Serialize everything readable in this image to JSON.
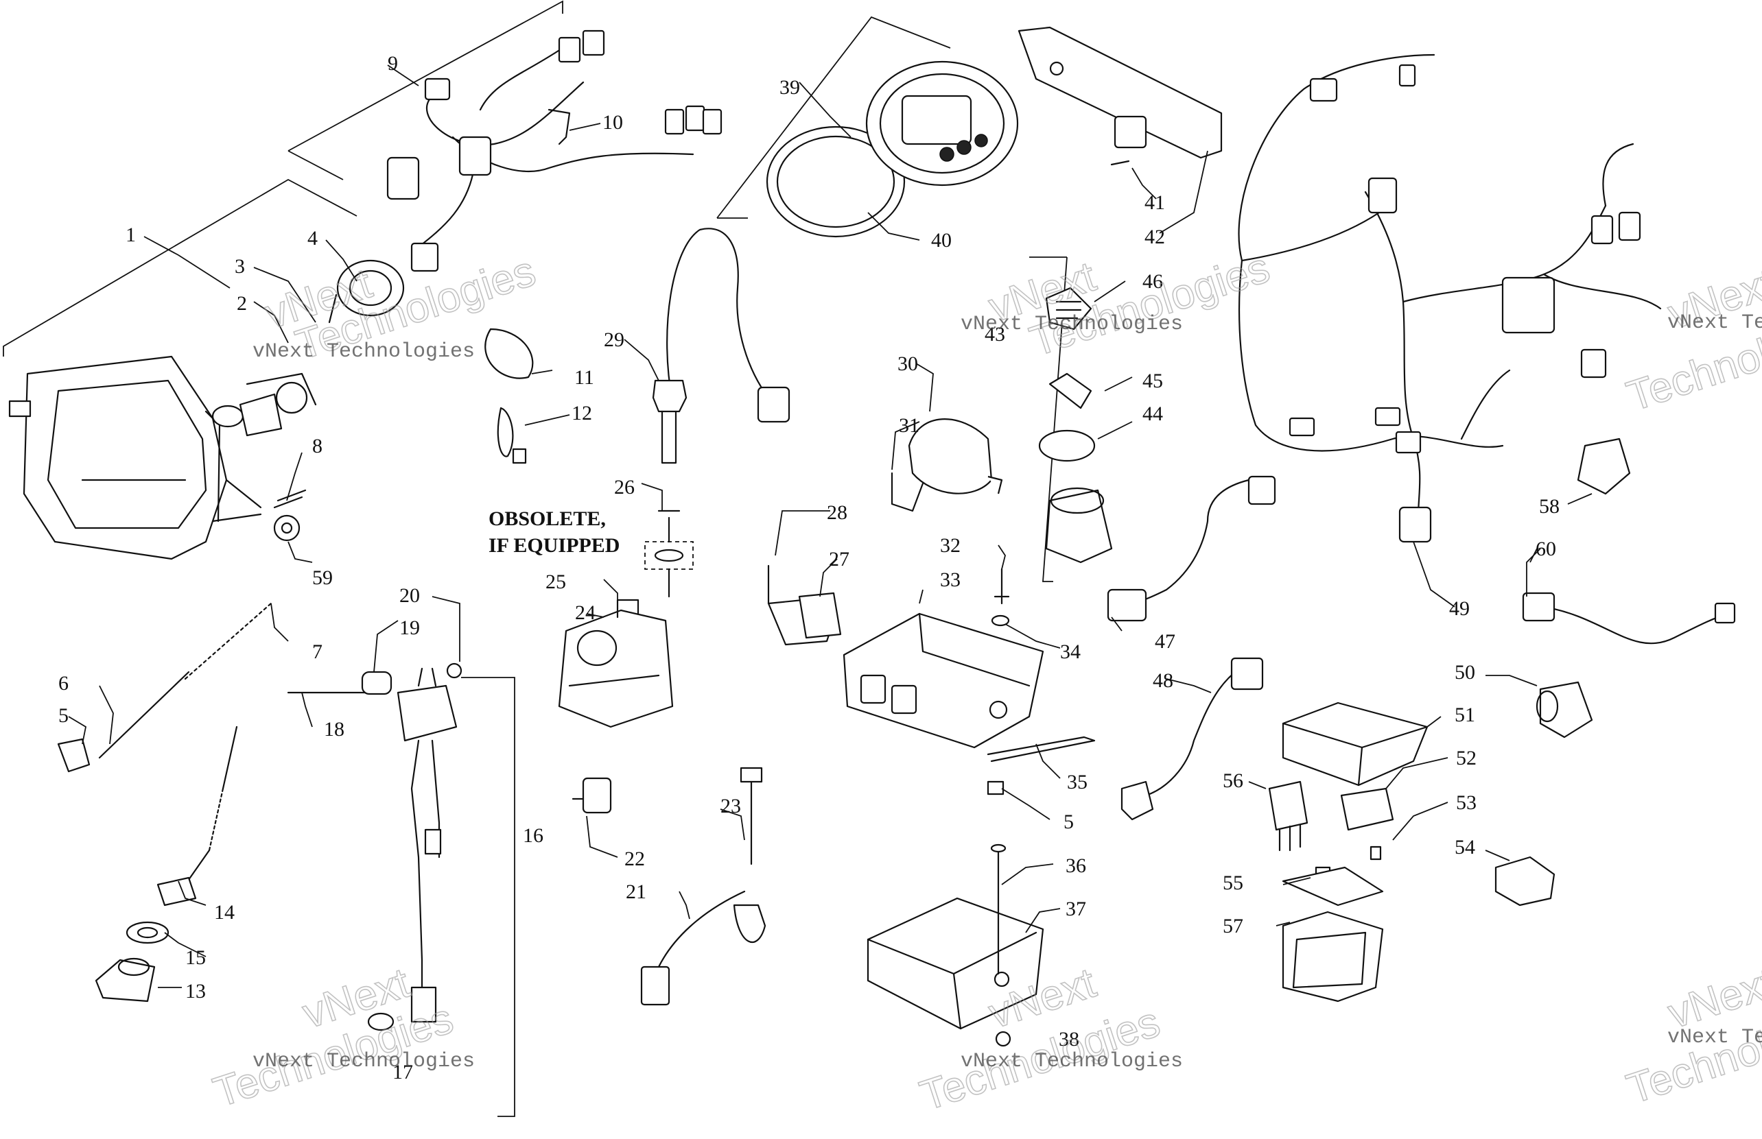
{
  "callouts": [
    {
      "id": "1",
      "label": "1"
    },
    {
      "id": "2",
      "label": "2"
    },
    {
      "id": "3",
      "label": "3"
    },
    {
      "id": "4",
      "label": "4"
    },
    {
      "id": "5a",
      "label": "5"
    },
    {
      "id": "5b",
      "label": "5"
    },
    {
      "id": "6",
      "label": "6"
    },
    {
      "id": "7",
      "label": "7"
    },
    {
      "id": "8",
      "label": "8"
    },
    {
      "id": "9",
      "label": "9"
    },
    {
      "id": "10",
      "label": "10"
    },
    {
      "id": "11",
      "label": "11"
    },
    {
      "id": "12",
      "label": "12"
    },
    {
      "id": "13",
      "label": "13"
    },
    {
      "id": "14",
      "label": "14"
    },
    {
      "id": "15",
      "label": "15"
    },
    {
      "id": "16",
      "label": "16"
    },
    {
      "id": "17",
      "label": "17"
    },
    {
      "id": "18",
      "label": "18"
    },
    {
      "id": "19",
      "label": "19"
    },
    {
      "id": "20",
      "label": "20"
    },
    {
      "id": "21",
      "label": "21"
    },
    {
      "id": "22",
      "label": "22"
    },
    {
      "id": "23",
      "label": "23"
    },
    {
      "id": "24",
      "label": "24"
    },
    {
      "id": "25",
      "label": "25"
    },
    {
      "id": "26",
      "label": "26"
    },
    {
      "id": "27",
      "label": "27"
    },
    {
      "id": "28",
      "label": "28"
    },
    {
      "id": "29",
      "label": "29"
    },
    {
      "id": "30",
      "label": "30"
    },
    {
      "id": "31",
      "label": "31"
    },
    {
      "id": "32",
      "label": "32"
    },
    {
      "id": "33",
      "label": "33"
    },
    {
      "id": "34",
      "label": "34"
    },
    {
      "id": "35",
      "label": "35"
    },
    {
      "id": "36",
      "label": "36"
    },
    {
      "id": "37",
      "label": "37"
    },
    {
      "id": "38",
      "label": "38"
    },
    {
      "id": "39",
      "label": "39"
    },
    {
      "id": "40",
      "label": "40"
    },
    {
      "id": "41",
      "label": "41"
    },
    {
      "id": "42",
      "label": "42"
    },
    {
      "id": "43",
      "label": "43"
    },
    {
      "id": "44",
      "label": "44"
    },
    {
      "id": "45",
      "label": "45"
    },
    {
      "id": "46",
      "label": "46"
    },
    {
      "id": "47",
      "label": "47"
    },
    {
      "id": "48",
      "label": "48"
    },
    {
      "id": "49",
      "label": "49"
    },
    {
      "id": "50",
      "label": "50"
    },
    {
      "id": "51",
      "label": "51"
    },
    {
      "id": "52",
      "label": "52"
    },
    {
      "id": "53",
      "label": "53"
    },
    {
      "id": "54",
      "label": "54"
    },
    {
      "id": "55",
      "label": "55"
    },
    {
      "id": "56",
      "label": "56"
    },
    {
      "id": "57",
      "label": "57"
    },
    {
      "id": "58",
      "label": "58"
    },
    {
      "id": "59",
      "label": "59"
    },
    {
      "id": "60",
      "label": "60"
    }
  ],
  "note": {
    "line1": "OBSOLETE,",
    "line2": "IF EQUIPPED"
  },
  "watermark": {
    "small": "vNext Technologies",
    "big_line1": "vNext",
    "big_line2": "Technologies"
  }
}
